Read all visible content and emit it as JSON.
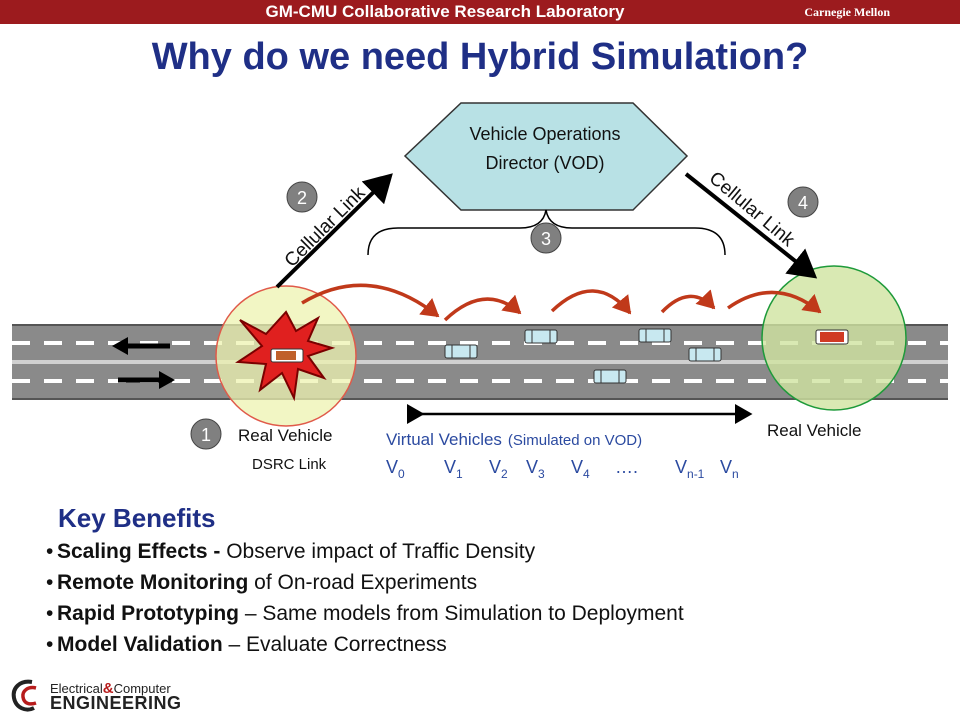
{
  "header": {
    "lab_name": "GM-CMU Collaborative Research Laboratory",
    "university": "Carnegie Mellon"
  },
  "slide": {
    "title": "Why do we need Hybrid Simulation?"
  },
  "diagram": {
    "vod_label_line1": "Vehicle Operations",
    "vod_label_line2": "Director (VOD)",
    "cellular_link_left": "Cellular Link",
    "cellular_link_right": "Cellular Link",
    "step_markers": [
      "1",
      "2",
      "3",
      "4"
    ],
    "real_vehicle_left": "Real Vehicle",
    "dsrc_link": "DSRC Link",
    "real_vehicle_right": "Real Vehicle",
    "virtual_vehicles_label": "Virtual Vehicles",
    "virtual_vehicles_note": "(Simulated on VOD)",
    "vehicle_sequence": [
      {
        "base": "V",
        "sub": "0"
      },
      {
        "base": "V",
        "sub": "1"
      },
      {
        "base": "V",
        "sub": "2"
      },
      {
        "base": "V",
        "sub": "3"
      },
      {
        "base": "V",
        "sub": "4"
      },
      {
        "base": "….",
        "sub": ""
      },
      {
        "base": "V",
        "sub": "n-1"
      },
      {
        "base": "V",
        "sub": "n"
      }
    ],
    "colors": {
      "vod_fill": "#b8e1e5",
      "left_zone_fill": "#eef3b0",
      "left_zone_stroke": "#e05a4a",
      "right_zone_fill": "#cfe3a0",
      "right_zone_stroke": "#1e9a3a",
      "crash_fill": "#e0201f",
      "hop_arrow": "#c0391a",
      "road": "#8a8a8a",
      "marker_fill": "#808080"
    }
  },
  "key_benefits": {
    "heading": "Key Benefits",
    "items": [
      {
        "bold": "Scaling Effects -",
        "rest": " Observe impact of Traffic Density"
      },
      {
        "bold": "Remote Monitoring",
        "rest": " of On-road Experiments"
      },
      {
        "bold": "Rapid Prototyping",
        "rest": " – Same models from Simulation to Deployment"
      },
      {
        "bold": "Model Validation",
        "rest": " – Evaluate Correctness"
      }
    ]
  },
  "footer": {
    "logo_line1_a": "Electrical",
    "logo_line1_amp": "&",
    "logo_line1_b": "Computer",
    "logo_line2": "ENGINEERING",
    "logo_icon": "ece-logo-icon"
  }
}
